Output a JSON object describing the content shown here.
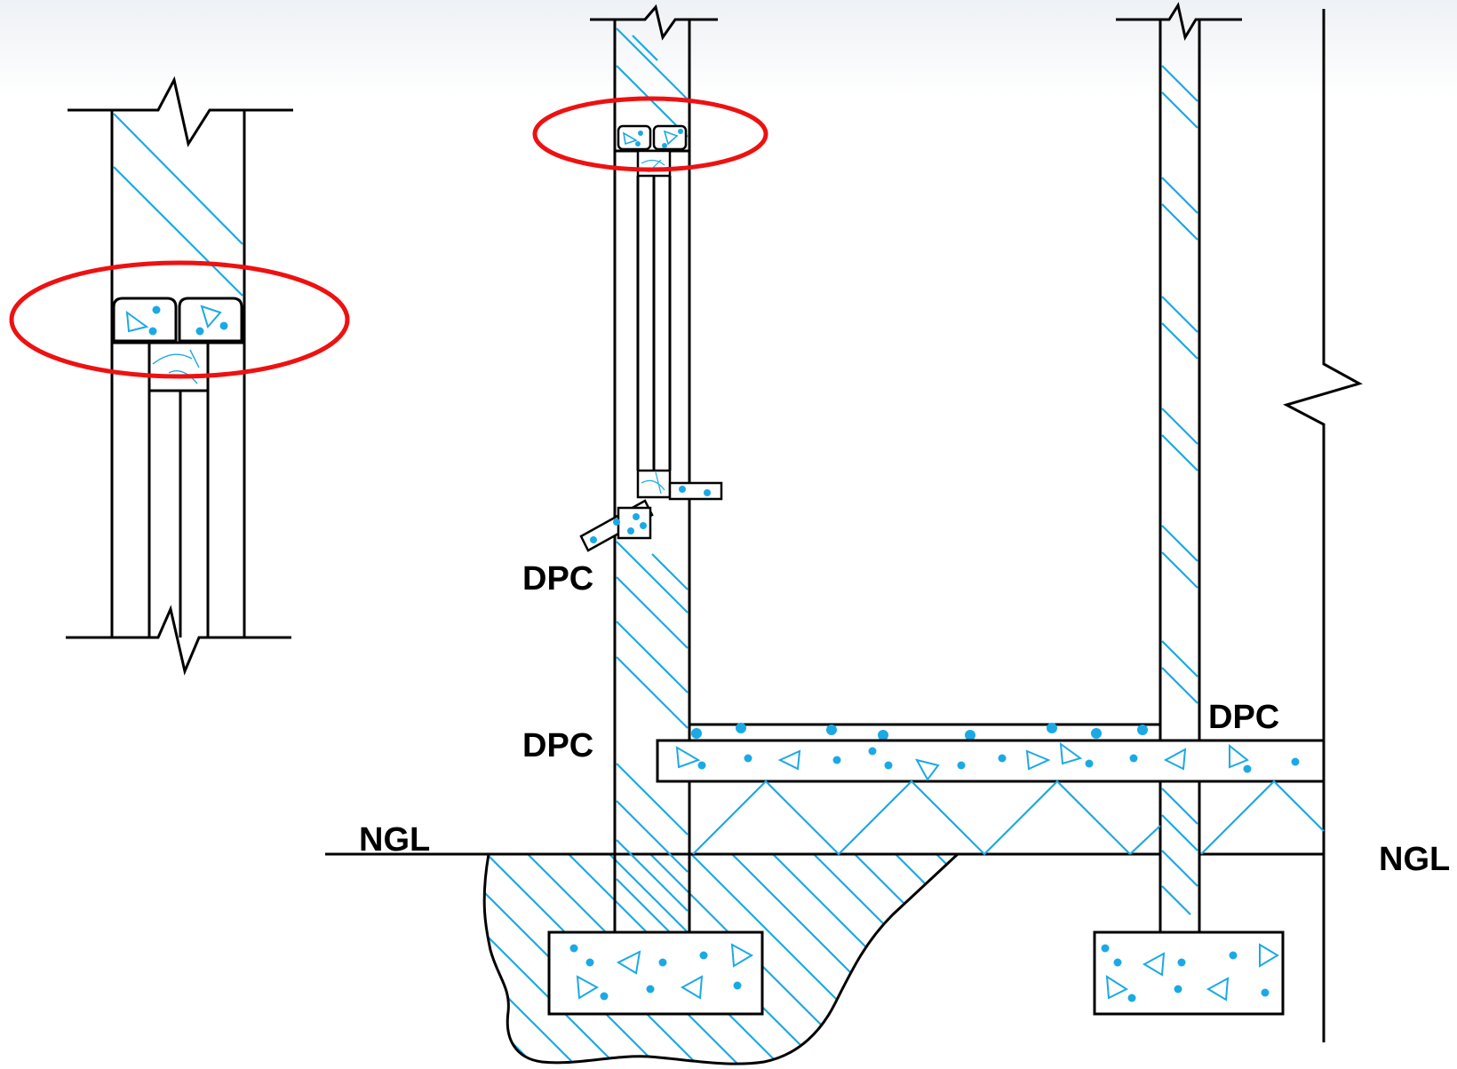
{
  "labels": {
    "dpc_sill": "DPC",
    "dpc_floor": "DPC",
    "dpc_right": "DPC",
    "ngl_left": "NGL",
    "ngl_right": "NGL"
  },
  "colors": {
    "line": "#000000",
    "hatch": "#1ba9e6",
    "highlight": "#ee1111"
  },
  "icons": {
    "highlight": "red-ellipse-highlight",
    "break": "zigzag-break-line",
    "aggregate": "concrete-aggregate-symbol"
  }
}
